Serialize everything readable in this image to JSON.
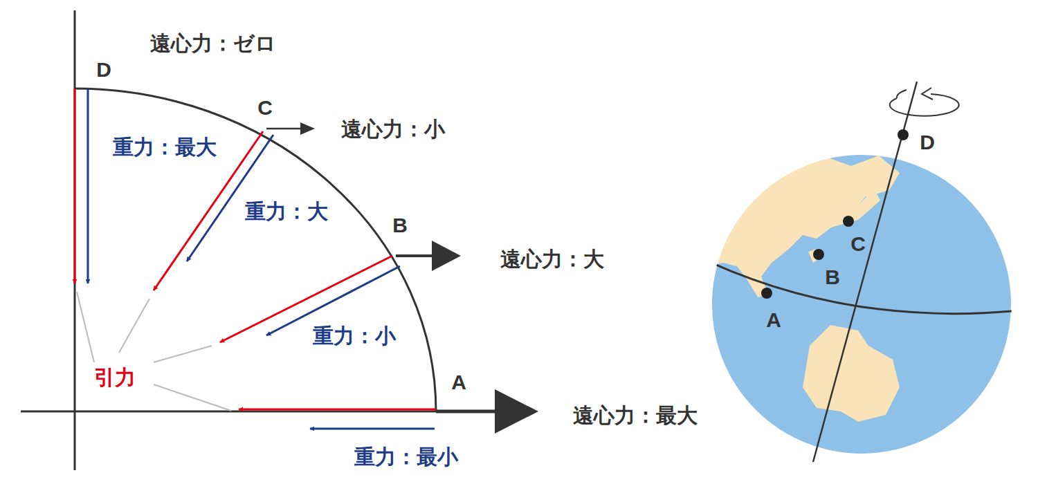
{
  "diagram": {
    "labels": [
      "遠心力：ゼロ",
      "D",
      "C",
      "遠心力：小",
      "重力：最大",
      "重力：大",
      "B",
      "遠心力：大",
      "重力：小",
      "引力",
      "A",
      "遠心力：最大",
      "重力：最小",
      "D",
      "C",
      "B",
      "A"
    ]
  }
}
